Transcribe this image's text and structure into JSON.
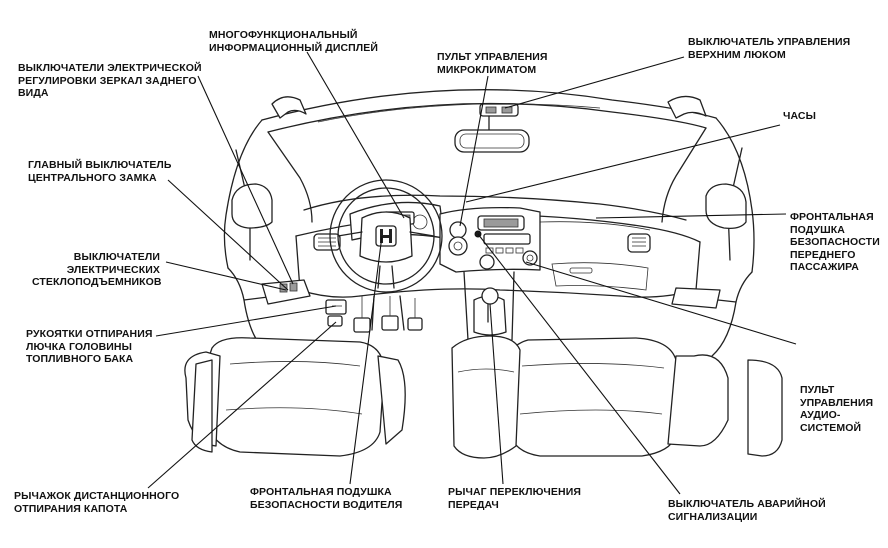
{
  "labels": {
    "mfd": [
      "МНОГОФУНКЦИОНАЛЬНЫЙ",
      "ИНФОРМАЦИОННЫЙ ДИСПЛЕЙ"
    ],
    "climate": [
      "ПУЛЬТ УПРАВЛЕНИЯ",
      "МИКРОКЛИМАТОМ"
    ],
    "sunroof": [
      "ВЫКЛЮЧАТЕЛЬ УПРАВЛЕНИЯ",
      "ВЕРХНИМ ЛЮКОМ"
    ],
    "mirrors": [
      "ВЫКЛЮЧАТЕЛИ ЭЛЕКТРИЧЕСКОЙ",
      "РЕГУЛИРОВКИ ЗЕРКАЛ ЗАДНЕГО",
      "ВИДА"
    ],
    "clock": [
      "ЧАСЫ"
    ],
    "central_lock": [
      "ГЛАВНЫЙ ВЫКЛЮЧАТЕЛЬ",
      "ЦЕНТРАЛЬНОГО ЗАМКА"
    ],
    "passenger_airbag": [
      "ФРОНТАЛЬНАЯ",
      "ПОДУШКА",
      "БЕЗОПАСНОСТИ",
      "ПЕРЕДНЕГО",
      "ПАССАЖИРА"
    ],
    "windows": [
      "ВЫКЛЮЧАТЕЛИ",
      "ЭЛЕКТРИЧЕСКИХ",
      "СТЕКЛОПОДЪЕМНИКОВ"
    ],
    "fuel_door": [
      "РУКОЯТКИ ОТПИРАНИЯ",
      "ЛЮЧКА ГОЛОВИНЫ",
      "ТОПЛИВНОГО БАКА"
    ],
    "audio": [
      "ПУЛЬТ",
      "УПРАВЛЕНИЯ",
      "АУДИО-",
      "СИСТЕМОЙ"
    ],
    "hood": [
      "РЫЧАЖОК ДИСТАНЦИОННОГО",
      "ОТПИРАНИЯ КАПОТА"
    ],
    "driver_airbag": [
      "ФРОНТАЛЬНАЯ ПОДУШКА",
      "БЕЗОПАСНОСТИ ВОДИТЕЛЯ"
    ],
    "gear_lever": [
      "РЫЧАГ ПЕРЕКЛЮЧЕНИЯ",
      "ПЕРЕДАЧ"
    ],
    "hazard": [
      "ВЫКЛЮЧАТЕЛЬ АВАРИЙНОЙ",
      "СИГНАЛИЗАЦИИ"
    ]
  },
  "icons": {
    "steering_emblem": "honda-h-icon"
  }
}
